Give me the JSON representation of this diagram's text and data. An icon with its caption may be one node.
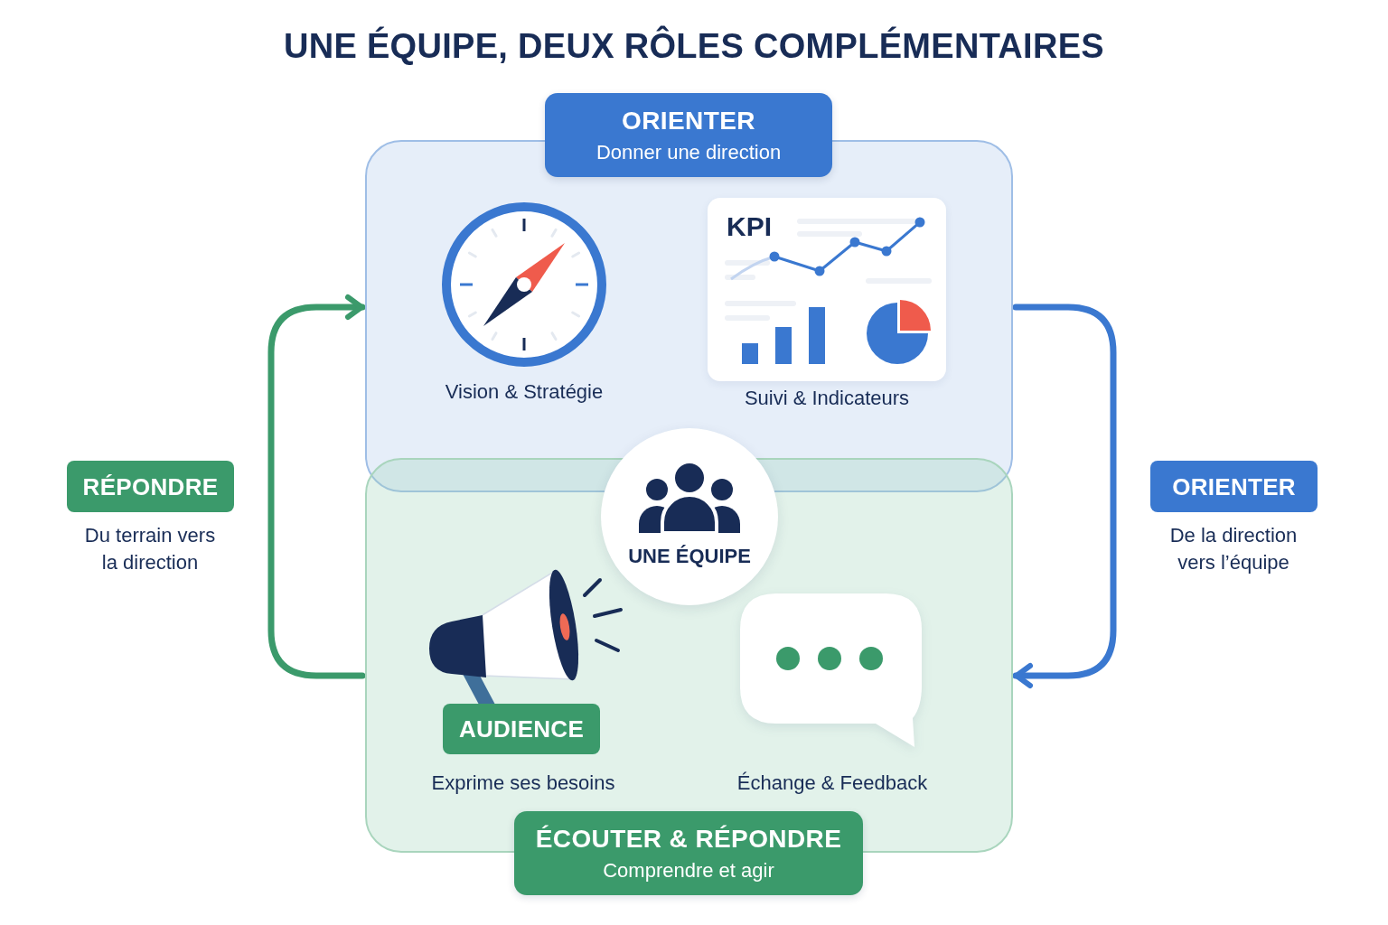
{
  "diagram": {
    "title": "UNE ÉQUIPE, DEUX RÔLES COMPLÉMENTAIRES",
    "nodes": [
      {
        "text": [
          "ORIENTER",
          "Donner une direction"
        ]
      },
      {
        "text": [],
        "shape": "box"
      },
      {
        "text": [],
        "shape": "picture",
        "in": 1,
        "beside": [
          "Vision & Stratégie"
        ]
      },
      {
        "text": [
          "KPI"
        ],
        "in": 1,
        "beside": [
          "Suivi & Indicateurs"
        ]
      },
      {
        "text": [
          "RÉPONDRE"
        ],
        "beside": [
          "Du terrain vers la direction"
        ]
      },
      {
        "text": [
          "UNE ÉQUIPE"
        ]
      },
      {
        "text": [
          "ORIENTER"
        ],
        "beside": [
          "De la direction vers l’équipe"
        ]
      },
      {
        "text": [],
        "shape": "box"
      },
      {
        "text": [
          "AUDIENCE"
        ],
        "in": 7,
        "beside": [
          "Exprime ses besoins"
        ]
      },
      {
        "text": [],
        "shape": "bubble",
        "in": 7,
        "beside": [
          "Échange & Feedback"
        ]
      },
      {
        "text": [
          "ÉCOUTER & RÉPONDRE",
          "Comprendre et agir"
        ]
      }
    ],
    "edges": [
      {
        "from": 7,
        "to": 1,
        "arrow": "to",
        "color": "#3b9a6b"
      },
      {
        "from": 1,
        "to": 7,
        "arrow": "to",
        "color": "#3a78d0"
      }
    ]
  }
}
